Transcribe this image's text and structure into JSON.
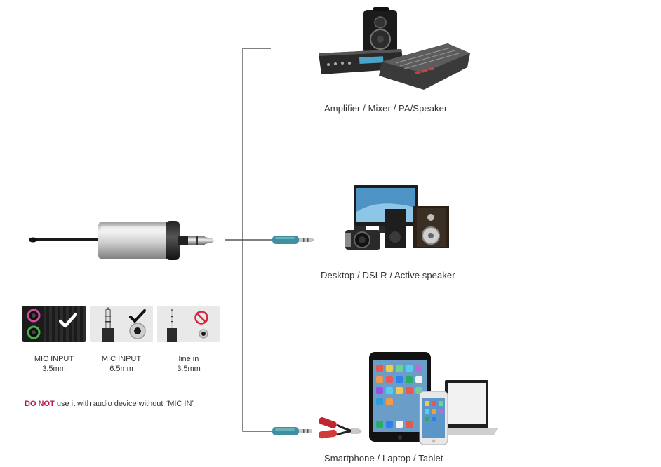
{
  "devices": [
    {
      "caption": "Amplifier / Mixer / PA/Speaker"
    },
    {
      "caption": "Desktop / DSLR / Active speaker"
    },
    {
      "caption": "Smartphone / Laptop / Tablet"
    }
  ],
  "inputs": [
    {
      "line1": "MIC INPUT",
      "line2": "3.5mm",
      "status": "supported"
    },
    {
      "line1": "MIC INPUT",
      "line2": "6.5mm",
      "status": "supported"
    },
    {
      "line1": "line in",
      "line2": "3.5mm",
      "status": "not-supported"
    }
  ],
  "warning": {
    "emphasis": "DO NOT",
    "text": " use it with audio device without “MIC IN”"
  },
  "colors": {
    "accent_red": "#b7174b",
    "adapter_teal": "#3f8f9c",
    "line": "#555555"
  }
}
